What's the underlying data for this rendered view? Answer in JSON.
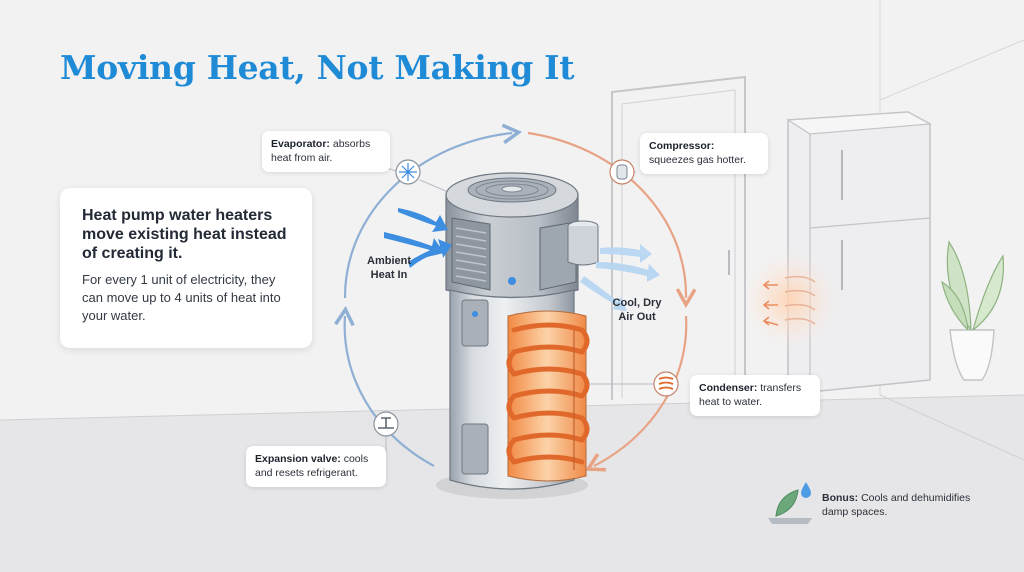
{
  "title": "Moving Heat, Not Making It",
  "intro": {
    "headline": "Heat pump water heaters move existing heat instead of creating it.",
    "body": "For every 1 unit of electricity, they can move up to 4 units of heat into your water."
  },
  "callouts": {
    "evaporator": {
      "term": "Evaporator:",
      "text": " absorbs heat from air."
    },
    "compressor": {
      "term": "Compressor:",
      "text": " squeezes gas hotter."
    },
    "condenser": {
      "term": "Condenser:",
      "text": " transfers heat to water."
    },
    "expansion": {
      "term": "Expansion valve:",
      "text": " cools and resets refrigerant."
    }
  },
  "flow_labels": {
    "ambient_in": "Ambient Heat In",
    "cool_out": "Cool, Dry Air Out"
  },
  "bonus": {
    "term": "Bonus:",
    "text": " Cools and dehumidifies damp spaces."
  },
  "colors": {
    "title": "#1f8ad6",
    "cool_blue": "#3d8ee0",
    "cycle_blue": "#8fb0d4",
    "cycle_orange": "#e8a385",
    "coil_orange": "#f07a3a"
  },
  "icons": {
    "evaporator": "snowflake-coil-icon",
    "compressor": "compressor-cylinder-icon",
    "condenser": "coil-icon",
    "expansion": "valve-icon",
    "bonus": "leaf-droplet-icon"
  }
}
